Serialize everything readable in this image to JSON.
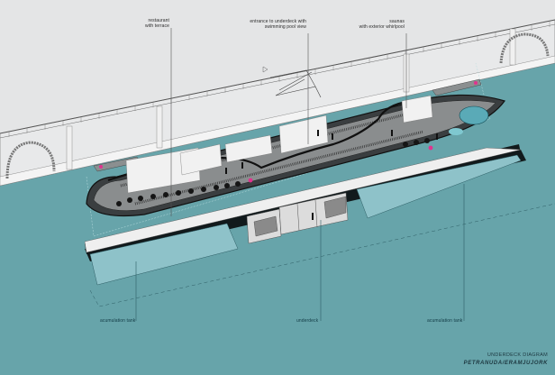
{
  "diagram": {
    "title": "UNDERDECK DIAGRAM",
    "credit": "PETRANUDA/ERAMJUJORK",
    "colors": {
      "background": "#e4e5e6",
      "water": "#67a4aa",
      "tank_fill": "#8ec2c9",
      "deck_white": "#efefef",
      "wall": "#e8e9ea",
      "hull_dark": "#1e2b2e",
      "accent_pink": "#e0338f",
      "pool": "#5aaab7"
    },
    "callouts_top": [
      {
        "id": "restaurant",
        "text": "restaurant\nwith terrace"
      },
      {
        "id": "entrance",
        "text": "entrance to underdeck with\nswimming pool view"
      },
      {
        "id": "saunas",
        "text": "saunas\nwith exterior whirlpool"
      }
    ],
    "callouts_bottom": [
      {
        "id": "tank-left",
        "text": "acumulation tank"
      },
      {
        "id": "underdeck",
        "text": "underdeck"
      },
      {
        "id": "tank-right",
        "text": "acumulation tank"
      }
    ]
  }
}
